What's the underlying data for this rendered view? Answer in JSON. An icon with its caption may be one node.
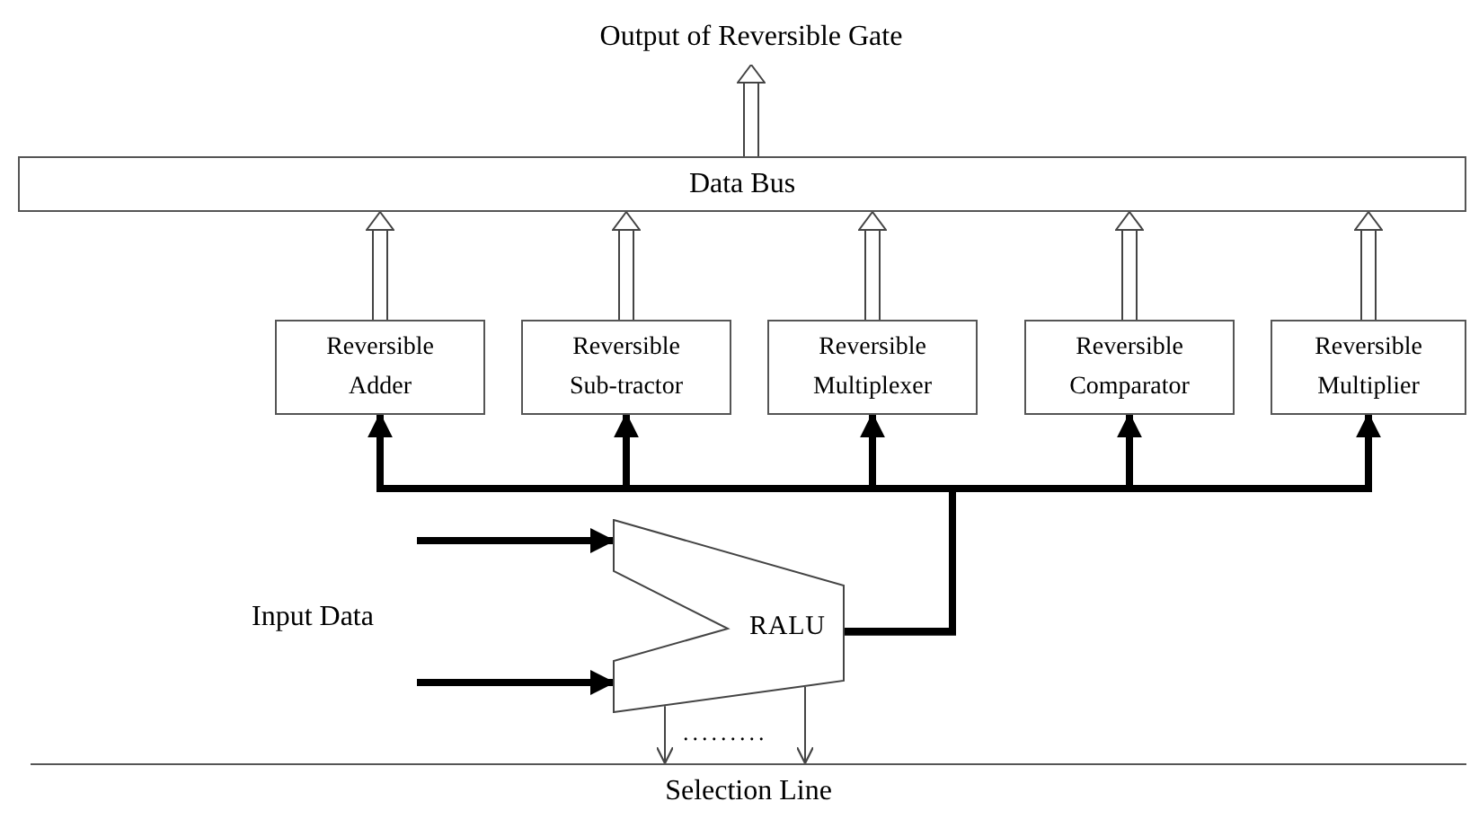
{
  "diagram": {
    "nodes": [
      {
        "text": [
          "Output of Reversible Gate"
        ]
      },
      {
        "text": [
          "Data Bus"
        ]
      },
      {
        "text": [
          "Reversible Adder"
        ]
      },
      {
        "text": [
          "Reversible Sub-tractor"
        ]
      },
      {
        "text": [
          "Reversible Multiplexer"
        ]
      },
      {
        "text": [
          "Reversible Comparator"
        ]
      },
      {
        "text": [
          "Reversible Multiplier"
        ]
      },
      {
        "text": [
          "RALU"
        ]
      },
      {
        "text": [
          "Selection Line"
        ]
      }
    ],
    "edges": [
      {
        "from": 1,
        "to": 0,
        "arrow": "to"
      },
      {
        "from": 2,
        "to": 1,
        "arrow": "to"
      },
      {
        "from": 3,
        "to": 1,
        "arrow": "to"
      },
      {
        "from": 4,
        "to": 1,
        "arrow": "to"
      },
      {
        "from": 5,
        "to": 1,
        "arrow": "to"
      },
      {
        "from": 6,
        "to": 1,
        "arrow": "to"
      },
      {
        "from": 7,
        "to": 2,
        "arrow": "to",
        "style": "thick"
      },
      {
        "from": 7,
        "to": 3,
        "arrow": "to",
        "style": "thick"
      },
      {
        "from": 7,
        "to": 4,
        "arrow": "to",
        "style": "thick"
      },
      {
        "from": 7,
        "to": 5,
        "arrow": "to",
        "style": "thick"
      },
      {
        "from": 7,
        "to": 6,
        "arrow": "to",
        "style": "thick"
      },
      {
        "from": null,
        "to": 7,
        "arrow": "to",
        "style": "thick"
      },
      {
        "from": null,
        "to": 7,
        "arrow": "to",
        "style": "thick"
      },
      {
        "from": 7,
        "to": 8,
        "arrow": "to"
      },
      {
        "from": 7,
        "to": 8,
        "arrow": "to"
      }
    ],
    "labels": [
      "Input Data",
      "........."
    ]
  }
}
